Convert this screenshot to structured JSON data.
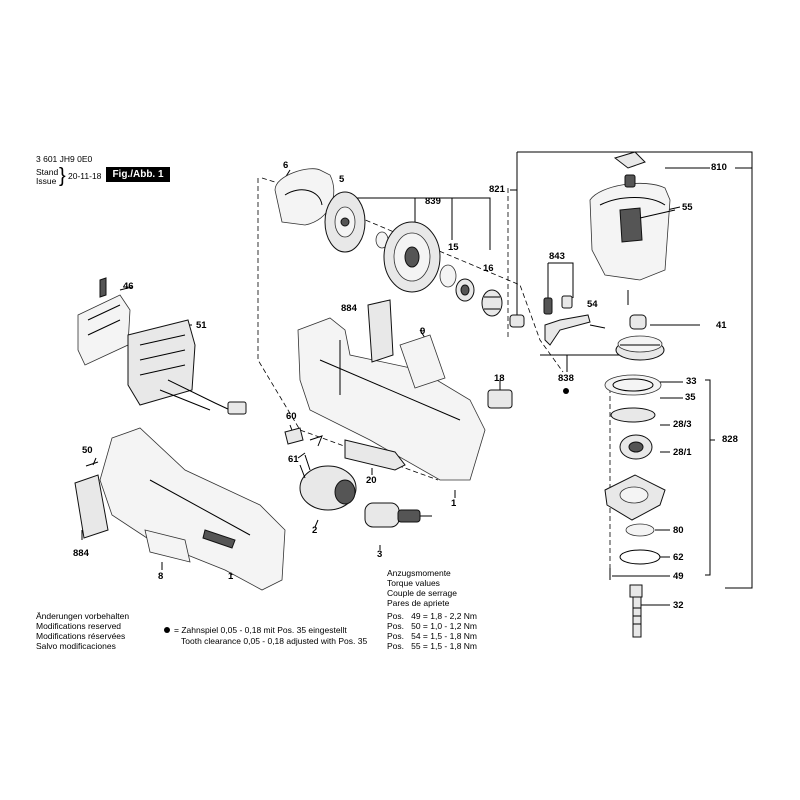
{
  "header": {
    "doc_number": "3 601 JH9 0E0",
    "stand": "Stand",
    "issue": "Issue",
    "date": "20-11-18",
    "figure_label": "Fig./Abb. 1"
  },
  "part_labels": {
    "p6": "6",
    "p5": "5",
    "p839": "839",
    "p15": "15",
    "p16": "16",
    "p821": "821",
    "p810": "810",
    "p55": "55",
    "p843": "843",
    "p54": "54",
    "p41": "41",
    "p838": "838",
    "p46": "46",
    "p51": "51",
    "p884a": "884",
    "p9": "9",
    "p18": "18",
    "p33": "33",
    "p35": "35",
    "p28_3": "28/3",
    "p28_1": "28/1",
    "p828": "828",
    "p60": "60",
    "p50": "50",
    "p61": "61",
    "p20": "20",
    "p1a": "1",
    "p1b": "1",
    "p80": "80",
    "p2": "2",
    "p884b": "884",
    "p3": "3",
    "p8": "8",
    "p62": "62",
    "p49": "49",
    "p32": "32"
  },
  "torque": {
    "heading": [
      "Anzugsmomente",
      "Torque values",
      "Couple de serrage",
      "Pares de apriete"
    ],
    "rows": [
      "Pos.   49 = 1,8 - 2,2 Nm",
      "Pos.   50 = 1,0 - 1,2 Nm",
      "Pos.   54 = 1,5 - 1,8 Nm",
      "Pos.   55 = 1,5 - 1,8 Nm"
    ]
  },
  "footnote": {
    "line1": "= Zahnspiel 0,05 - 0,18 mit Pos. 35 eingestellt",
    "line2": "Tooth clearance 0,05 - 0,18 adjusted with Pos. 35"
  },
  "modifications": [
    "Änderungen vorbehalten",
    "Modifications reserved",
    "Modifications réservées",
    "Salvo modificaciones"
  ]
}
